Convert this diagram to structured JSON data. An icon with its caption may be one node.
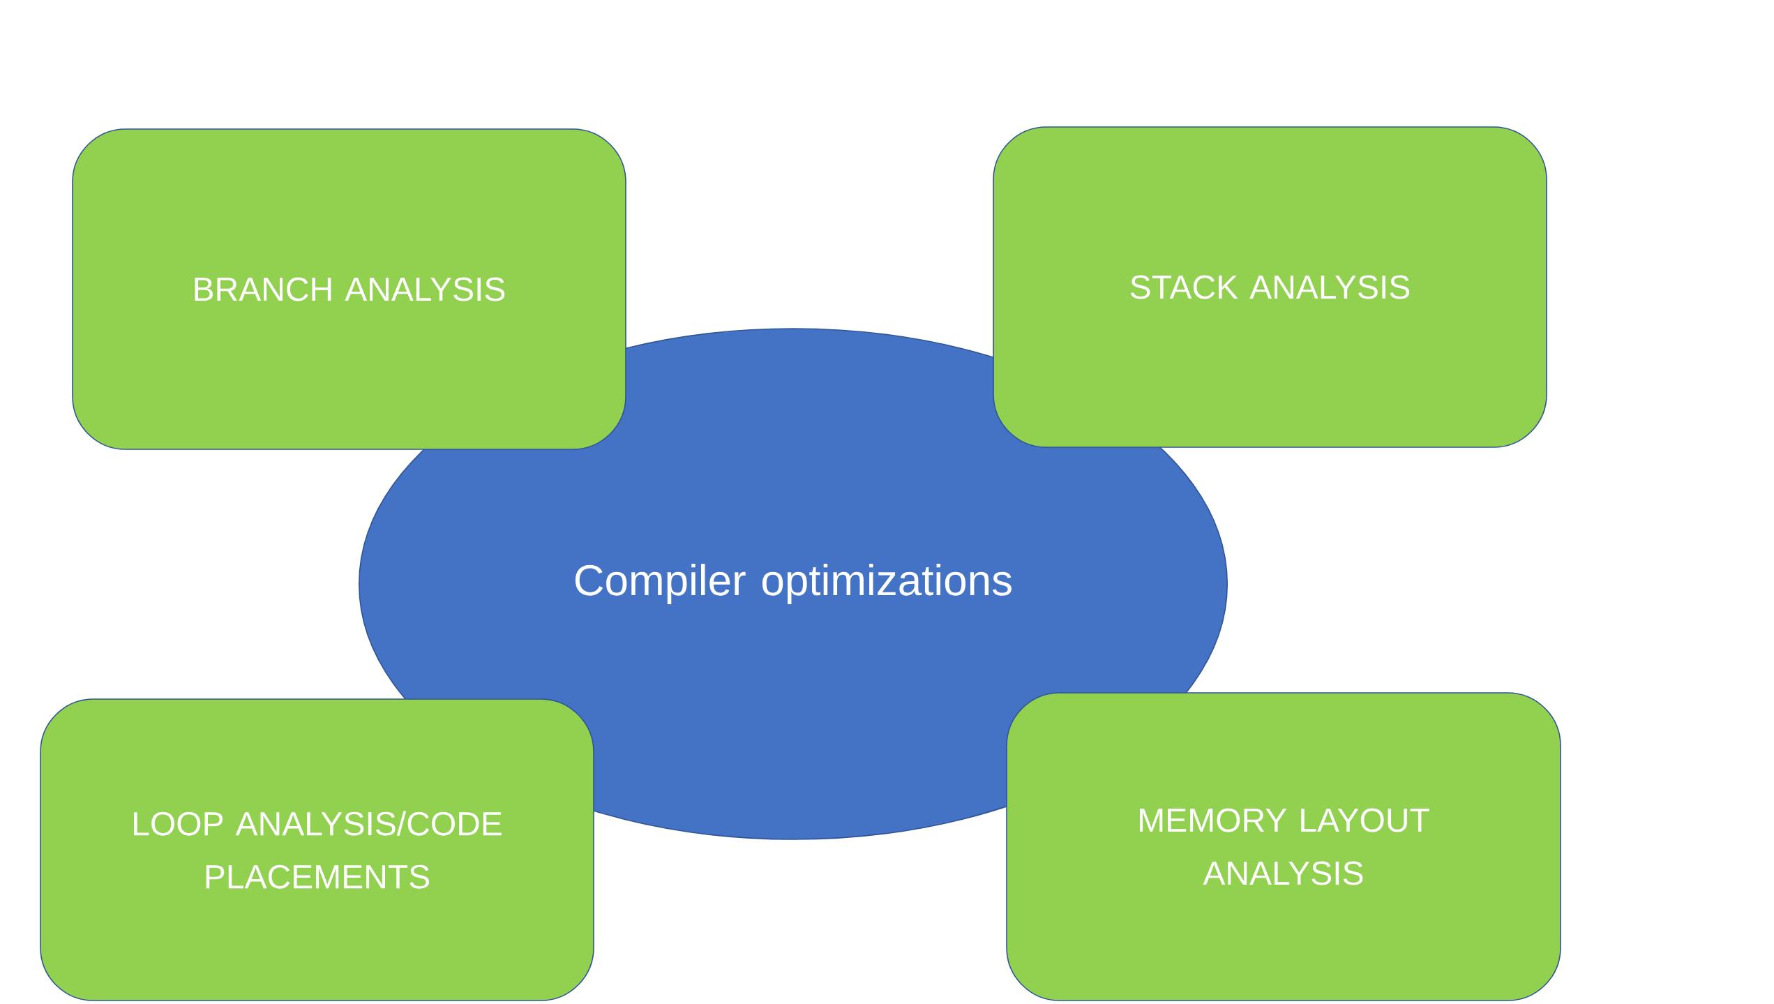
{
  "diagram": {
    "nodes": [
      {
        "text": [
          "BRANCH ANALYSIS"
        ]
      },
      {
        "text": [
          "STACK ANALYSIS"
        ]
      },
      {
        "text": [
          "Compiler optimizations"
        ]
      },
      {
        "text": [
          "LOOP ANALYSIS/CODE PLACEMENTS"
        ]
      },
      {
        "text": [
          "MEMORY LAYOUT ANALYSIS"
        ]
      }
    ],
    "edges": []
  }
}
